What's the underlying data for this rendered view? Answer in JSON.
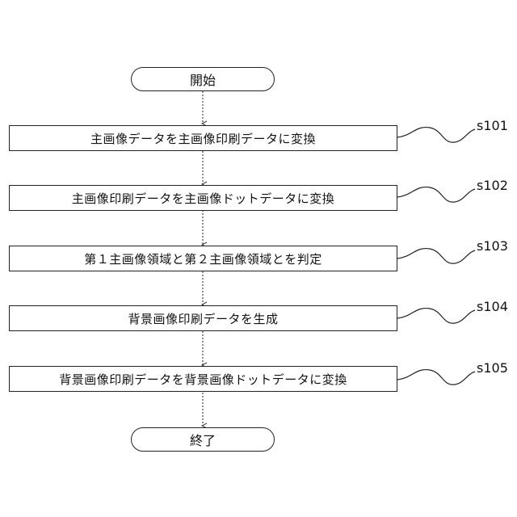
{
  "flowchart": {
    "start": "開始",
    "end": "終了",
    "steps": [
      {
        "id": "s101",
        "text": "主画像データを主画像印刷データに変換"
      },
      {
        "id": "s102",
        "text": "主画像印刷データを主画像ドットデータに変換"
      },
      {
        "id": "s103",
        "text": "第１主画像領域と第２主画像領域とを判定"
      },
      {
        "id": "s104",
        "text": "背景画像印刷データを生成"
      },
      {
        "id": "s105",
        "text": "背景画像印刷データを背景画像ドットデータに変換"
      }
    ]
  }
}
